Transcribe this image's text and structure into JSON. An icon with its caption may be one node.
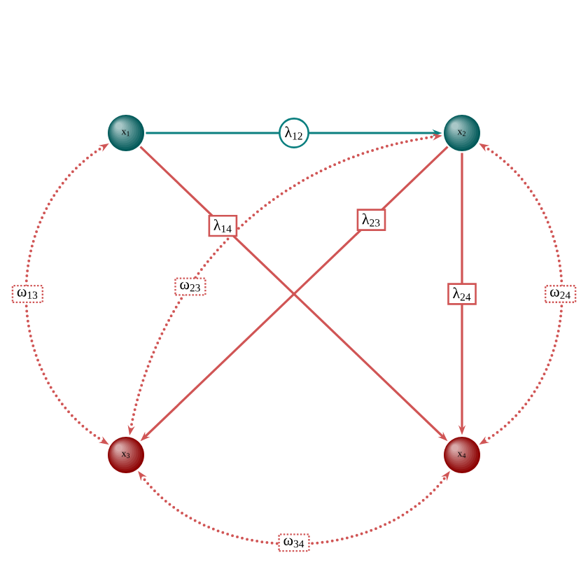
{
  "diagram": {
    "nodes": [
      {
        "text": [
          "x$_{1}$"
        ]
      },
      {
        "text": [
          "x$_{2}$"
        ]
      },
      {
        "text": [
          "x$_{3}$"
        ]
      },
      {
        "text": [
          "x$_{4}$"
        ]
      }
    ],
    "edges": [
      {
        "from": 0,
        "to": 1,
        "arrow": "to",
        "label": "λ$_{12}$",
        "color": "#0b7f7f"
      },
      {
        "from": 0,
        "to": 3,
        "arrow": "to",
        "label": "λ$_{14}$"
      },
      {
        "from": 1,
        "to": 2,
        "arrow": "to",
        "label": "λ$_{23}$"
      },
      {
        "from": 1,
        "to": 3,
        "arrow": "to",
        "label": "λ$_{24}$"
      },
      {
        "from": 0,
        "to": 2,
        "arrow": "both",
        "label": "ω$_{13}$",
        "style": "dashed"
      },
      {
        "from": 1,
        "to": 2,
        "arrow": "both",
        "label": "ω$_{23}$",
        "style": "dashed"
      },
      {
        "from": 1,
        "to": 3,
        "arrow": "both",
        "label": "ω$_{24}$",
        "style": "dashed"
      },
      {
        "from": 2,
        "to": 3,
        "arrow": "both",
        "label": "ω$_{34}$",
        "style": "dashed"
      }
    ]
  }
}
